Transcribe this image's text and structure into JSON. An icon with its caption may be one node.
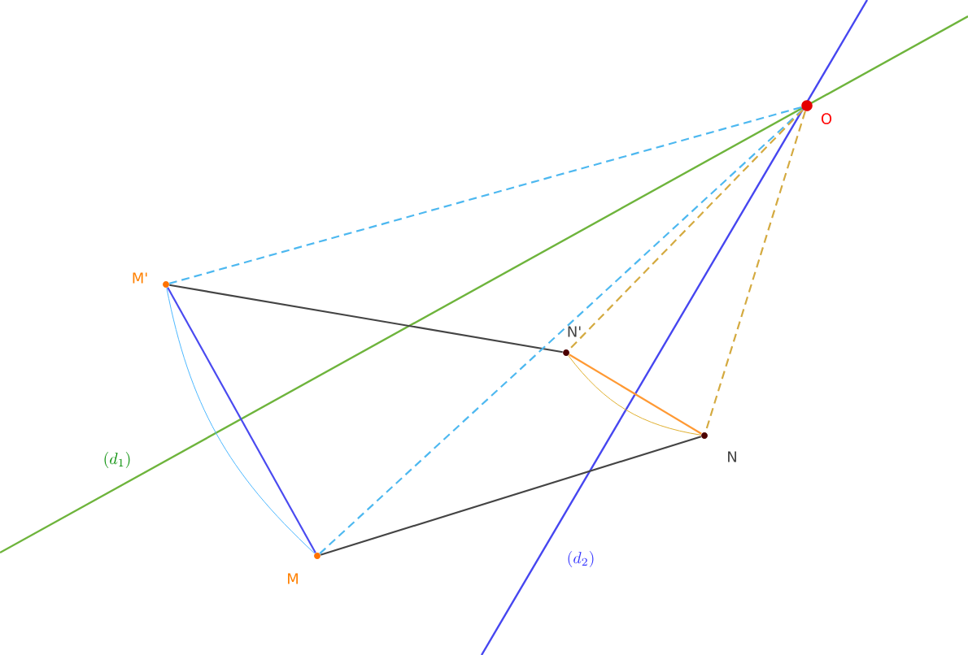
{
  "diagram": {
    "nodes": [
      {
        "text": [
          "O"
        ]
      },
      {
        "text": [
          "M'"
        ]
      },
      {
        "text": [
          "N'"
        ]
      },
      {
        "text": [
          "N"
        ]
      },
      {
        "text": [
          "M"
        ]
      }
    ],
    "edges": [
      {
        "from": 1,
        "to": 2,
        "arrow": "none",
        "color": "#444444"
      },
      {
        "from": 4,
        "to": 3,
        "arrow": "none",
        "color": "#444444"
      },
      {
        "from": 1,
        "to": 4,
        "arrow": "none",
        "color": "#4a4af0"
      },
      {
        "from": 1,
        "to": 4,
        "arrow": "none",
        "color": "#4db8ff"
      },
      {
        "from": 2,
        "to": 3,
        "arrow": "none",
        "color": "#ff9933"
      },
      {
        "from": 2,
        "to": 3,
        "arrow": "none",
        "color": "#e0b030"
      },
      {
        "from": 0,
        "to": 1,
        "arrow": "none",
        "style": "dashed",
        "color": "#4db8f0"
      },
      {
        "from": 0,
        "to": 4,
        "arrow": "none",
        "style": "dashed",
        "color": "#4db8f0"
      },
      {
        "from": 0,
        "to": 2,
        "arrow": "none",
        "style": "dashed",
        "color": "#d4aa40"
      },
      {
        "from": 0,
        "to": 3,
        "arrow": "none",
        "style": "dashed",
        "color": "#d4aa40"
      }
    ],
    "labels": [
      "(d_1)",
      "(d_2)"
    ]
  }
}
